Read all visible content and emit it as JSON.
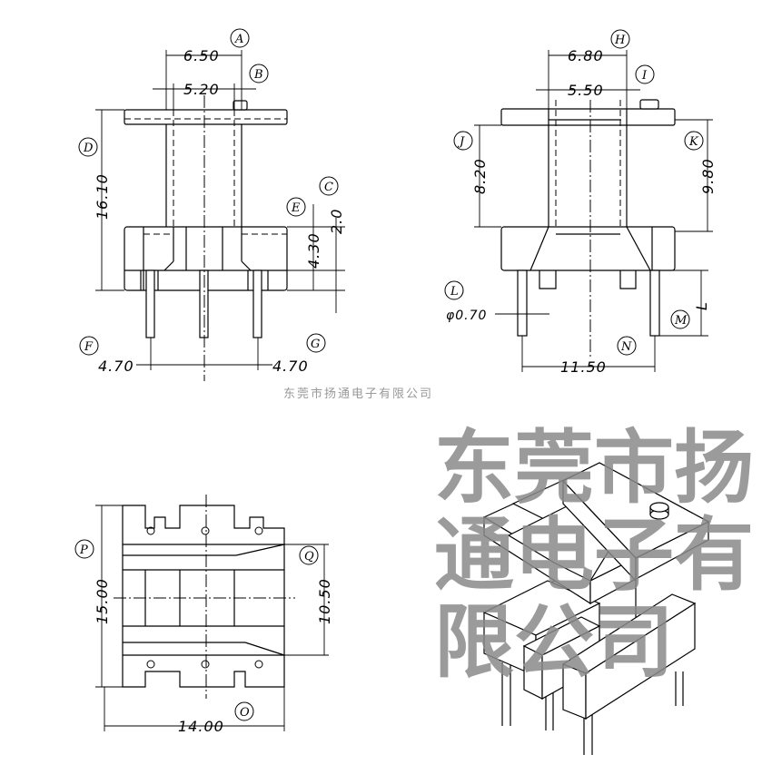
{
  "front_view": {
    "dims": {
      "outer_width": "6.50",
      "inner_width": "5.20",
      "height": "16.10",
      "base_height": "4.30",
      "base_offset": "2.0",
      "pin_pitch_left": "4.70",
      "pin_pitch_right": "4.70"
    },
    "labels": {
      "A": "A",
      "B": "B",
      "C": "C",
      "D": "D",
      "E": "E",
      "F": "F",
      "G": "G"
    }
  },
  "side_view": {
    "dims": {
      "outer_width": "6.80",
      "inner_width": "5.50",
      "inner_height": "8.20",
      "outer_height": "9.80",
      "pin_diameter": "φ0.70",
      "pin_length": "L",
      "pin_pitch": "11.50"
    },
    "labels": {
      "H": "H",
      "I": "I",
      "J": "J",
      "K": "K",
      "L": "L",
      "M": "M",
      "N": "N"
    }
  },
  "bottom_view": {
    "dims": {
      "height": "15.00",
      "inner_height": "10.50",
      "width": "14.00"
    },
    "labels": {
      "O": "O",
      "P": "P",
      "Q": "Q"
    }
  },
  "caption": "东莞市扬通电子有限公司",
  "watermark": "东莞市扬通电子有限公司"
}
